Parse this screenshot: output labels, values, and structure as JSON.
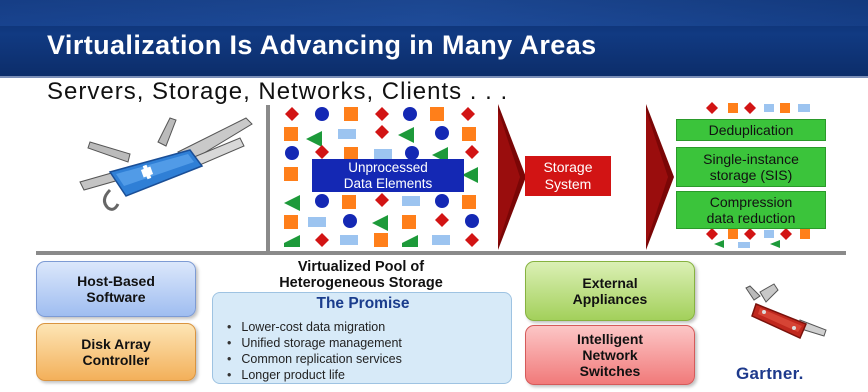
{
  "title": "Virtualization Is Advancing in Many Areas",
  "subtitle": "Servers, Storage, Networks, Clients . . .",
  "pipeline": {
    "input_label_line1": "Unprocessed",
    "input_label_line2": "Data Elements",
    "storage_line1": "Storage",
    "storage_line2": "System",
    "outputs": {
      "dedup": "Deduplication",
      "sis_line1": "Single-instance",
      "sis_line2": "storage (SIS)",
      "comp_line1": "Compression",
      "comp_line2": "data reduction"
    }
  },
  "boxes": {
    "host_line1": "Host-Based",
    "host_line2": "Software",
    "disk_line1": "Disk Array",
    "disk_line2": "Controller",
    "ext_line1": "External",
    "ext_line2": "Appliances",
    "int_line1": "Intelligent",
    "int_line2": "Network",
    "int_line3": "Switches"
  },
  "pool": {
    "title_line1": "Virtualized Pool of",
    "title_line2": "Heterogeneous Storage",
    "promise_title": "The Promise",
    "promise_items": [
      "Lower-cost data migration",
      "Unified storage management",
      "Common replication services",
      "Longer product life"
    ]
  },
  "brand": "Gartner.",
  "colors": {
    "title_bg": "#0b2b66",
    "blue_label": "#1428b4",
    "storage_red": "#d21414",
    "output_green": "#3bc43b",
    "promise_bg": "#d7eaf8",
    "promise_title": "#1a3c8c"
  },
  "icons": {
    "left_knife": "swiss-army-knife-icon",
    "right_knife": "red-pocket-knife-icon"
  }
}
